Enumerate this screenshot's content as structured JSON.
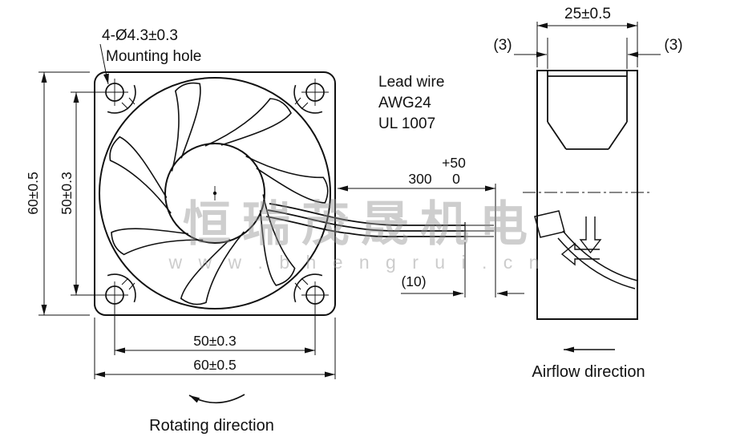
{
  "front_view": {
    "hole_spec": "4-Ø4.3±0.3",
    "hole_label": "Mounting hole",
    "dim_outer_v": "60±0.5",
    "dim_holes_v": "50±0.3",
    "dim_holes_h": "50±0.3",
    "dim_outer_h": "60±0.5",
    "rotating_label": "Rotating direction"
  },
  "lead_wire": {
    "line1": "Lead wire",
    "line2": "AWG24",
    "line3": "UL 1007",
    "length": "300",
    "tol_upper": "+50",
    "tol_lower": "0",
    "strip": "(10)"
  },
  "side_view": {
    "dim_depth": "25±0.5",
    "flange_left": "(3)",
    "flange_right": "(3)",
    "airflow_label": "Airflow direction"
  },
  "watermark": {
    "name": "恒瑞茂晟机电",
    "site": "w w w . b h e n g r u i . c n"
  },
  "colors": {
    "line": "#111111",
    "watermark": "#949494"
  }
}
